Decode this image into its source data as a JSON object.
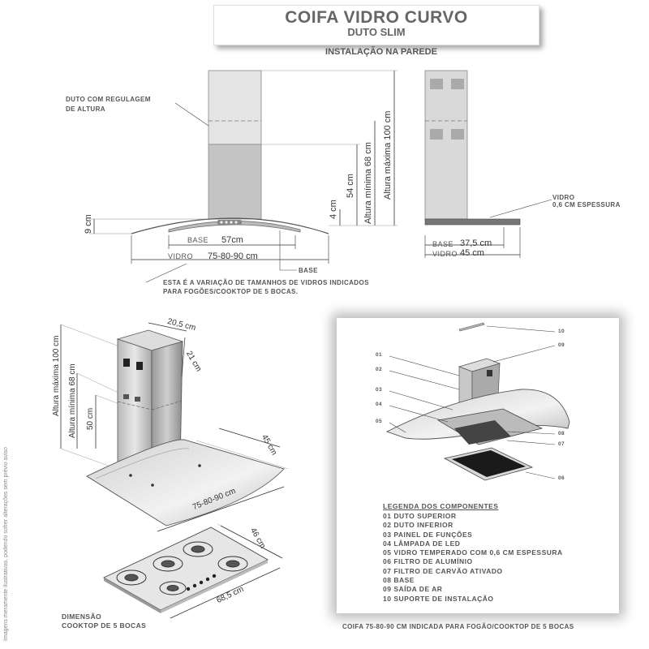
{
  "header": {
    "title": "COIFA VIDRO CURVO",
    "subtitle": "DUTO SLIM",
    "install_heading": "INSTALAÇÃO NA PAREDE"
  },
  "front_view": {
    "duct_label_line1": "DUTO COM REGULAGEM",
    "duct_label_line2": "DE ALTURA",
    "dim_9cm": "9 cm",
    "dim_4cm": "4 cm",
    "dim_54cm": "54 cm",
    "dim_min": "Altura mínima 68 cm",
    "dim_max": "Altura máxima 100 cm",
    "base_label": "BASE",
    "base_width": "57cm",
    "vidro_label": "VIDRO",
    "vidro_width": "75-80-90 cm",
    "base_callout": "BASE",
    "note_line1": "ESTA É A VARIAÇÃO DE TAMANHOS DE VIDROS INDICADOS",
    "note_line2": "PARA FOGÕES/COOKTOP DE 5 BOCAS."
  },
  "side_view": {
    "vidro_callout_line1": "VIDRO",
    "vidro_callout_line2": "0,6 CM ESPESSURA",
    "base_label": "BASE",
    "base_depth": "37,5 cm",
    "vidro_label": "VIDRO",
    "vidro_depth": "45 cm"
  },
  "iso_view": {
    "dim_20_5": "20,5 cm",
    "dim_21": "21 cm",
    "dim_max": "Altura máxima 100 cm",
    "dim_min": "Altura mínima 68 cm",
    "dim_50": "50 cm",
    "dim_45": "45 cm",
    "dim_glass": "75-80-90 cm",
    "dim_cooktop_depth": "46 cm",
    "dim_cooktop_width": "68,5 cm",
    "cooktop_caption_line1": "DIMENSÃO",
    "cooktop_caption_line2": "COOKTOP DE 5 BOCAS"
  },
  "exploded_view": {
    "callouts": [
      "01",
      "02",
      "03",
      "04",
      "05",
      "06",
      "07",
      "08",
      "09",
      "10"
    ]
  },
  "legend": {
    "title": "LEGENDA DOS COMPONENTES",
    "items": [
      "01 DUTO SUPERIOR",
      "02 DUTO INFERIOR",
      "03 PAINEL DE FUNÇÕES",
      "04 LÂMPADA DE LED",
      "05 VIDRO TEMPERADO COM 0,6 CM ESPESSURA",
      "06 FILTRO DE ALUMÍNIO",
      "07 FILTRO DE CARVÃO ATIVADO",
      "08 BASE",
      "09 SAÍDA DE AR",
      "10 SUPORTE DE  INSTALAÇÃO"
    ]
  },
  "footer": {
    "caption": "COIFA 75-80-90 CM INDICADA PARA FOGÃO/COOKTOP DE 5 BOCAS",
    "side_note": "Imagens meramente ilustrativas, podendo sofrer alterações sem prévio aviso"
  }
}
